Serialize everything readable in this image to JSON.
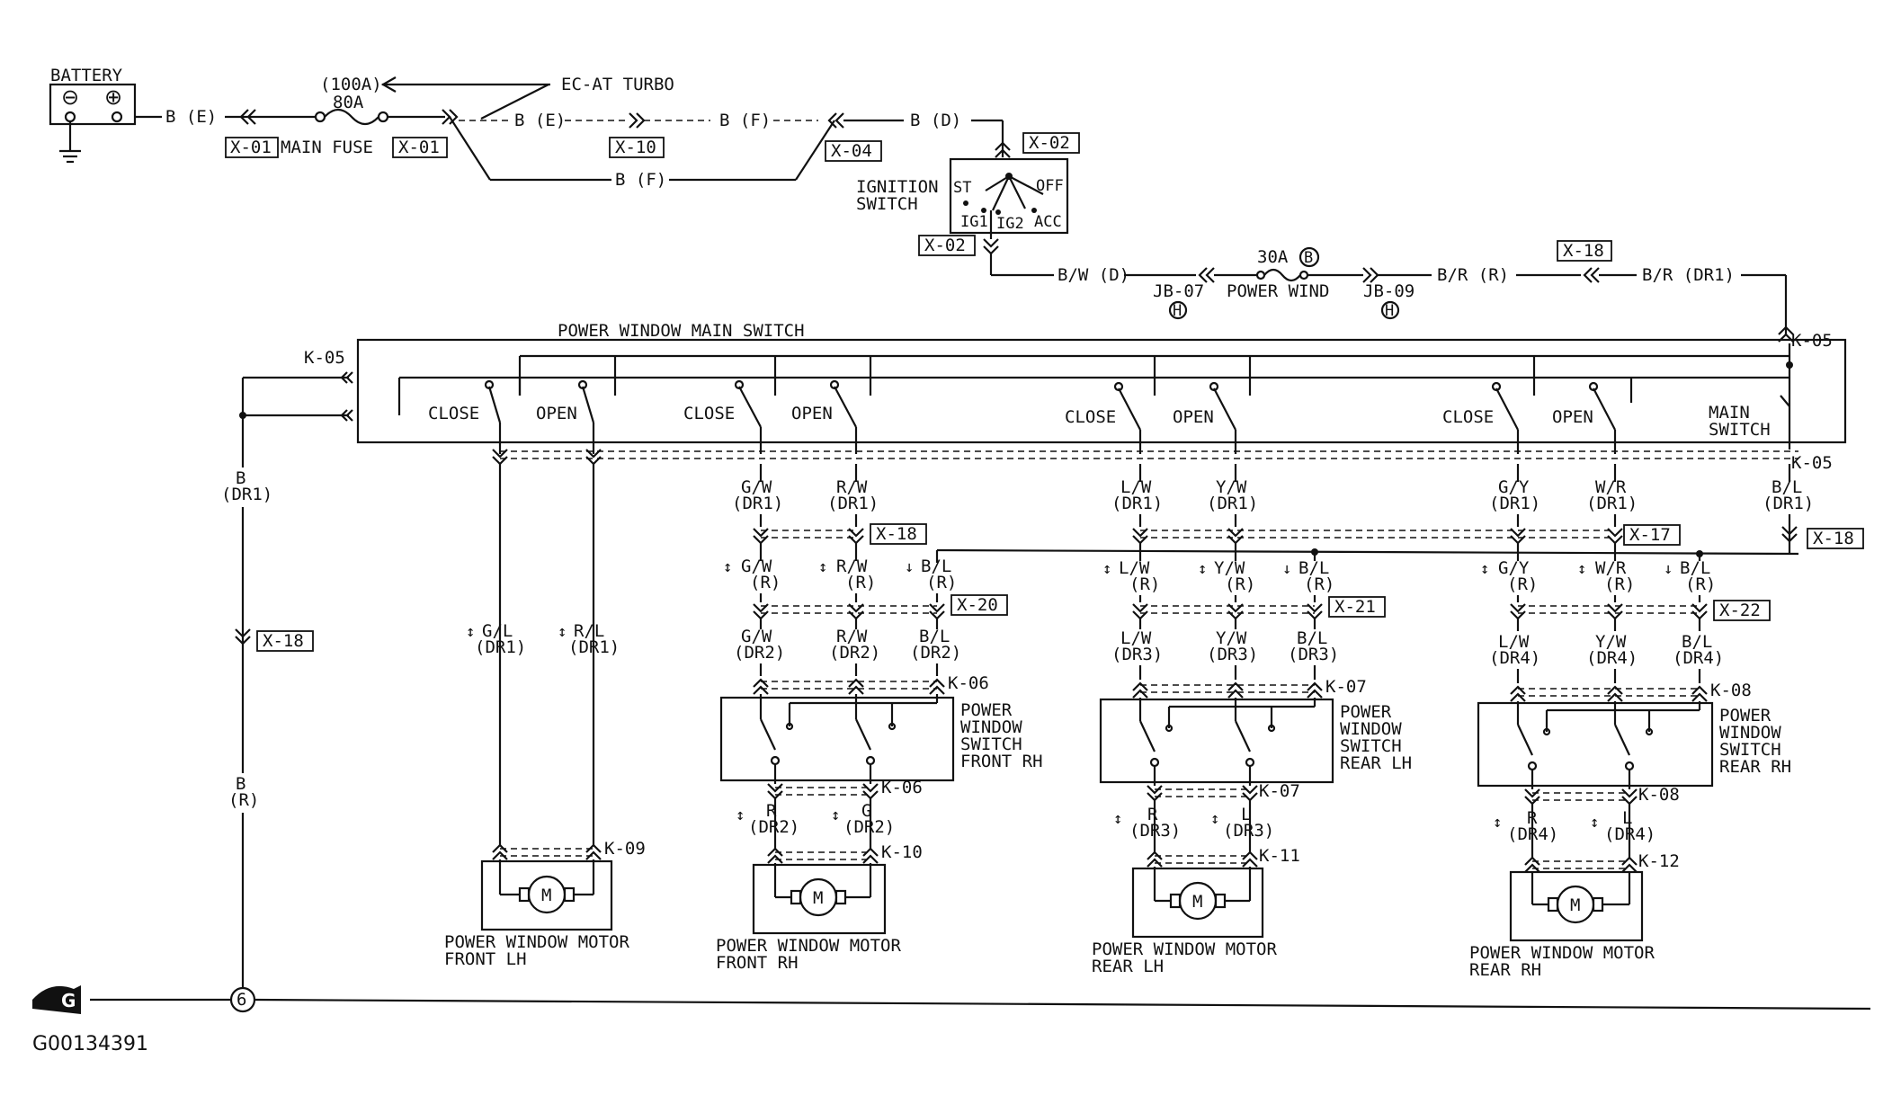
{
  "battery": {
    "label": "BATTERY",
    "neg": "⊖",
    "pos": "⊕",
    "wire": "B (E)"
  },
  "fuse": {
    "rating_top": "(100A)",
    "rating": "80A",
    "label": "MAIN FUSE",
    "conn_left": "X-01",
    "conn_right": "X-01"
  },
  "ec_at": {
    "label": "EC-AT TURBO",
    "wire_e": "B (E)",
    "wire_f": "B (F)",
    "conn": "X-10"
  },
  "feed": {
    "wire_f_lower": "B (F)",
    "conn": "X-04",
    "wire_d": "B (D)"
  },
  "ignition": {
    "label1": "IGNITION",
    "label2": "SWITCH",
    "conn_top": "X-02",
    "conn_bottom": "X-02",
    "st": "ST",
    "off": "OFF",
    "ig1": "IG1",
    "ig2": "IG2",
    "acc": "ACC"
  },
  "power_wind": {
    "wire_bw": "B/W (D)",
    "rating": "30A",
    "circle": "B",
    "label": "POWER WIND",
    "jb_left": "JB-07",
    "jb_right": "JB-09",
    "jb_mark": "H",
    "wire_br": "B/R (R)",
    "conn": "X-18",
    "wire_br_dr1": "B/R (DR1)"
  },
  "main_switch": {
    "title": "POWER WINDOW MAIN SWITCH",
    "conn_left": "K-05",
    "conn_right_top": "K-05",
    "conn_right_bottom": "K-05",
    "main_label1": "MAIN",
    "main_label2": "SWITCH",
    "close": "CLOSE",
    "open": "OPEN"
  },
  "ground": {
    "left_wire1": "B",
    "left_wire1b": "(DR1)",
    "left_conn": "X-18",
    "left_wire2": "B",
    "left_wire2b": "(R)",
    "splice": "6",
    "symbol": "G"
  },
  "front_lh": {
    "w1": "G/L",
    "w1b": "(DR1)",
    "w2": "R/L",
    "w2b": "(DR1)",
    "conn": "K-09",
    "motor": "M",
    "label1": "POWER WINDOW MOTOR",
    "label2": "FRONT LH"
  },
  "front_rh": {
    "w1": "G/W",
    "w1b": "(DR1)",
    "w2": "R/W",
    "w2b": "(DR1)",
    "conn_a": "X-18",
    "r1": "G/W",
    "r1b": "(R)",
    "r2": "R/W",
    "r2b": "(R)",
    "r3": "B/L",
    "r3b": "(R)",
    "conn_b": "X-20",
    "d1": "G/W",
    "d1b": "(DR2)",
    "d2": "R/W",
    "d2b": "(DR2)",
    "d3": "B/L",
    "d3b": "(DR2)",
    "k_top": "K-06",
    "sw1": "POWER",
    "sw2": "WINDOW",
    "sw3": "SWITCH",
    "sw4": "FRONT RH",
    "k_bot": "K-06",
    "m1": "R",
    "m1b": "(DR2)",
    "m2": "G",
    "m2b": "(DR2)",
    "k_mot": "K-10",
    "motor": "M",
    "label1": "POWER WINDOW MOTOR",
    "label2": "FRONT RH"
  },
  "rear_lh": {
    "w1": "L/W",
    "w1b": "(DR1)",
    "w2": "Y/W",
    "w2b": "(DR1)",
    "r1": "L/W",
    "r1b": "(R)",
    "r2": "Y/W",
    "r2b": "(R)",
    "r3": "B/L",
    "r3b": "(R)",
    "conn_b": "X-21",
    "d1": "L/W",
    "d1b": "(DR3)",
    "d2": "Y/W",
    "d2b": "(DR3)",
    "d3": "B/L",
    "d3b": "(DR3)",
    "k_top": "K-07",
    "sw1": "POWER",
    "sw2": "WINDOW",
    "sw3": "SWITCH",
    "sw4": "REAR LH",
    "k_bot": "K-07",
    "m1": "R",
    "m1b": "(DR3)",
    "m2": "L",
    "m2b": "(DR3)",
    "k_mot": "K-11",
    "motor": "M",
    "label1": "POWER WINDOW MOTOR",
    "label2": "REAR LH"
  },
  "rear_rh": {
    "w1": "G/Y",
    "w1b": "(DR1)",
    "w2": "W/R",
    "w2b": "(DR1)",
    "conn_a": "X-17",
    "w3": "B/L",
    "w3b": "(DR1)",
    "conn_c": "X-18",
    "r1": "G/Y",
    "r1b": "(R)",
    "r2": "W/R",
    "r2b": "(R)",
    "r3": "B/L",
    "r3b": "(R)",
    "conn_b": "X-22",
    "d1": "L/W",
    "d1b": "(DR4)",
    "d2": "Y/W",
    "d2b": "(DR4)",
    "d3": "B/L",
    "d3b": "(DR4)",
    "k_top": "K-08",
    "sw1": "POWER",
    "sw2": "WINDOW",
    "sw3": "SWITCH",
    "sw4": "REAR RH",
    "k_bot": "K-08",
    "m1": "R",
    "m1b": "(DR4)",
    "m2": "L",
    "m2b": "(DR4)",
    "k_mot": "K-12",
    "motor": "M",
    "label1": "POWER WINDOW MOTOR",
    "label2": "REAR RH"
  },
  "figure_id": "G00134391"
}
